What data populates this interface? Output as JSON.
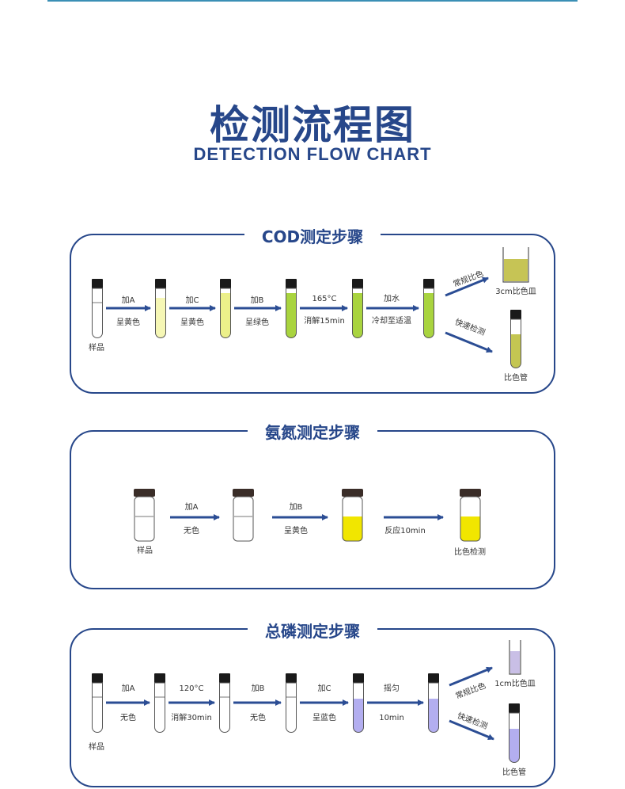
{
  "header": {
    "title_cn": "检测流程图",
    "title_en": "DETECTION FLOW CHART"
  },
  "cod": {
    "title": "COD测定步骤",
    "sample_label": "样品",
    "steps": [
      {
        "top": "加A",
        "bottom": "呈黄色"
      },
      {
        "top": "加C",
        "bottom": "呈黄色"
      },
      {
        "top": "加B",
        "bottom": "呈绿色"
      },
      {
        "top": "165°C",
        "bottom": "消解15min"
      },
      {
        "top": "加水",
        "bottom": "冷却至适温"
      }
    ],
    "branch_up": "常规比色",
    "branch_down": "快速检测",
    "dish_label": "3cm比色皿",
    "tube_label": "比色管",
    "colors": {
      "pale_yellow": "#f6f7b5",
      "yellow": "#ecf08a",
      "green": "#a9d43f",
      "dish": "#c6c455",
      "tube": "#c4c652"
    }
  },
  "ammonia": {
    "title": "氨氮测定步骤",
    "sample_label": "样品",
    "steps": [
      {
        "top": "加A",
        "bottom": "无色"
      },
      {
        "top": "加B",
        "bottom": "呈黄色"
      },
      {
        "top": "",
        "bottom": "反应10min"
      }
    ],
    "end_label": "比色检测",
    "colors": {
      "yellow": "#f1e600"
    }
  },
  "phosphorus": {
    "title": "总磷测定步骤",
    "sample_label": "样品",
    "steps": [
      {
        "top": "加A",
        "bottom": "无色"
      },
      {
        "top": "120°C",
        "bottom": "消解30min"
      },
      {
        "top": "加B",
        "bottom": "无色"
      },
      {
        "top": "加C",
        "bottom": "呈蓝色"
      },
      {
        "top": "摇匀",
        "bottom": "10min"
      }
    ],
    "branch_up": "常规比色",
    "branch_down": "快速检测",
    "dish_label": "1cm比色皿",
    "tube_label": "比色管",
    "colors": {
      "violet": "#b3aef0",
      "dish": "#c9bfe6"
    }
  },
  "colors": {
    "accent": "#27478a",
    "arrow": "#2b4d94",
    "cap": "#1a1a1a"
  }
}
